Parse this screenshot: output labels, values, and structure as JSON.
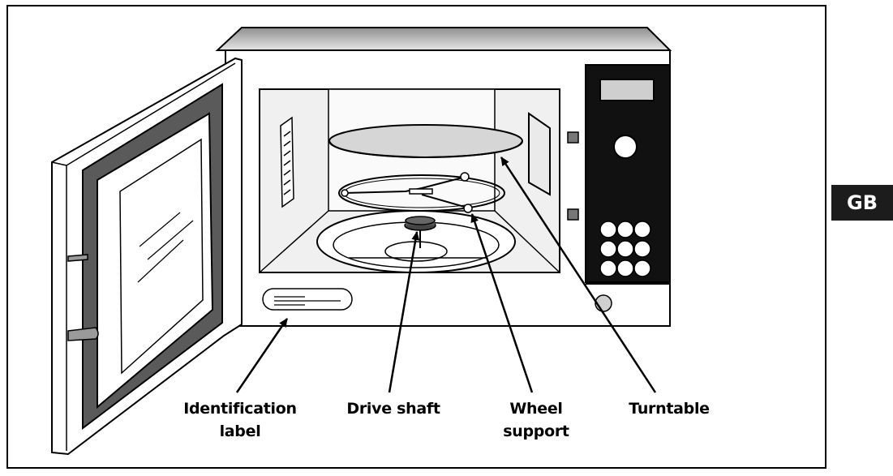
{
  "labels": {
    "identification_label": [
      "Identification",
      "label"
    ],
    "drive_shaft": [
      "Drive shaft"
    ],
    "wheel_support": [
      "Wheel",
      "support"
    ],
    "turntable": [
      "Turntable"
    ]
  },
  "language_tab": "GB",
  "colors": {
    "outline": "#000000",
    "tab_background": "#1c1c1c",
    "control_panel": "#111111",
    "door_gasket": "#5a5a5a",
    "turntable_plate": "#d6d6d6",
    "cabinet_top": "#bdbdbd",
    "cavity_wall": "#f0f0f0"
  }
}
